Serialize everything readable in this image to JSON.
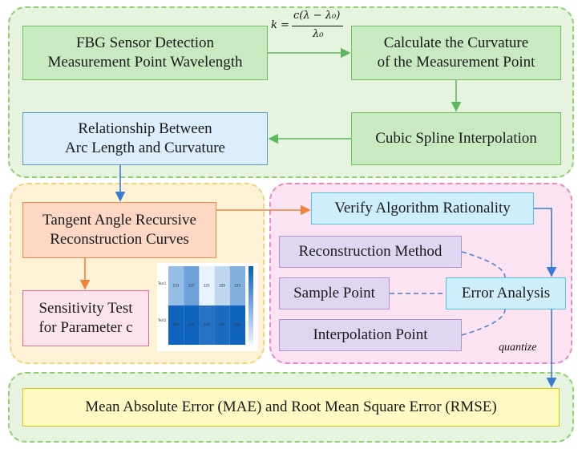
{
  "boxes": {
    "fbg": "FBG Sensor Detection\nMeasurement Point Wavelength",
    "curvature": "Calculate the Curvature\nof the Measurement Point",
    "spline": "Cubic Spline Interpolation",
    "relationship": "Relationship Between\nArc Length and Curvature",
    "tangent": "Tangent Angle Recursive\nReconstruction Curves",
    "sensitivity": "Sensitivity Test\nfor Parameter c",
    "verify": "Verify Algorithm Rationality",
    "recon_method": "Reconstruction Method",
    "sample_point": "Sample Point",
    "interp_point": "Interpolation Point",
    "error_analysis": "Error Analysis",
    "result": "Mean Absolute Error (MAE) and Root Mean Square Error (RMSE)"
  },
  "formula": {
    "lhs": "k =",
    "numerator": "c(λ − λ₀)",
    "denominator": "λ₀"
  },
  "quantize_label": "quantize",
  "colors": {
    "region_top": "#e6f3de",
    "region_top_border": "#8fcf6f",
    "region_left": "#fdf2d6",
    "region_left_border": "#f2d37a",
    "region_right": "#fbe3f1",
    "region_right_border": "#e38bc6",
    "region_bottom": "#e6f3de",
    "region_bottom_border": "#8fcf6f",
    "arrow_green": "#5cb85c",
    "arrow_blue": "#3a7bd5",
    "arrow_orange": "#f0823c",
    "dashed_blue": "#4a7fcf"
  },
  "heatmap": {
    "rows": [
      [
        233,
        237,
        225,
        229,
        235
      ],
      [
        246,
        246,
        244,
        245,
        246
      ]
    ],
    "row_labels": [
      "Test1",
      "Test2"
    ],
    "colorbar_ticks": [
      "",
      "",
      "",
      "",
      "",
      "",
      "",
      "",
      ""
    ]
  }
}
